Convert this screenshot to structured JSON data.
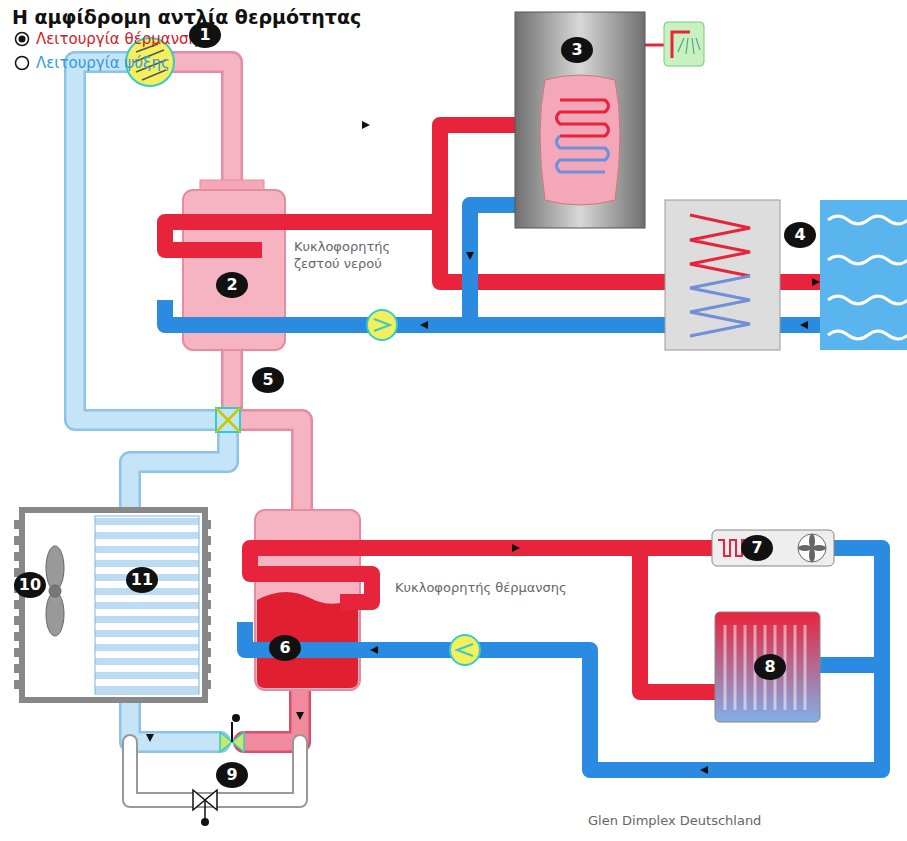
{
  "diagram": {
    "title": "Η αμφίδρομη αντλία θερμότητας",
    "labels": [
      "1",
      "2",
      "3",
      "4",
      "5",
      "6",
      "7",
      "8",
      "9",
      "10",
      "11",
      "Κυκλοφορητής ζεστού νερού",
      "Κυκλοφορητής θέρμανσης",
      "Glen Dimplex Deutschland"
    ],
    "legend": [
      {
        "text": "Λειτουργία θέρμανσης"
      },
      {
        "text": "Λειτουργία ψύξης"
      }
    ]
  }
}
